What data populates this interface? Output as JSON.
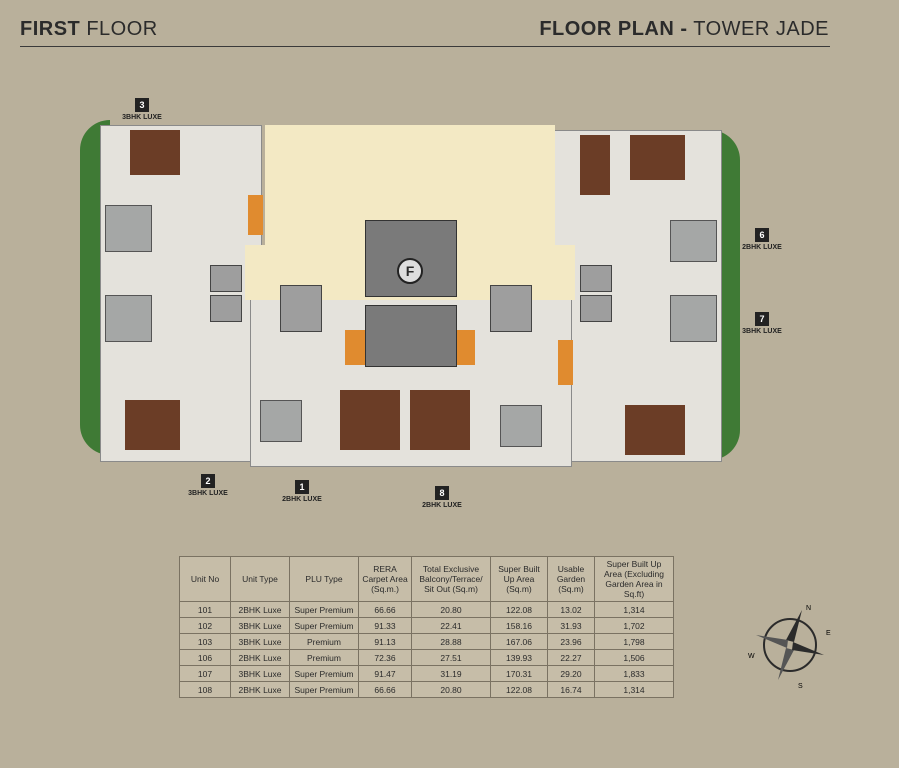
{
  "header": {
    "left_bold": "FIRST",
    "left_light": "FLOOR",
    "right_bold": "FLOOR PLAN -",
    "right_light": "TOWER JADE"
  },
  "floor_marker": "F",
  "unit_tags": [
    {
      "num": "3",
      "label": "3BHK LUXE"
    },
    {
      "num": "6",
      "label": "2BHK LUXE"
    },
    {
      "num": "7",
      "label": "3BHK LUXE"
    },
    {
      "num": "2",
      "label": "3BHK LUXE"
    },
    {
      "num": "1",
      "label": "2BHK LUXE"
    },
    {
      "num": "8",
      "label": "2BHK LUXE"
    }
  ],
  "table": {
    "headers": [
      "Unit No",
      "Unit Type",
      "PLU Type",
      "RERA Carpet Area (Sq.m.)",
      "Total Exclusive Balcony/Terrace/ Sit Out (Sq.m)",
      "Super Built Up Area (Sq.m)",
      "Usable Garden (Sq.m)",
      "Super Built Up Area (Excluding Garden Area in Sq.ft)"
    ],
    "rows": [
      [
        "101",
        "2BHK Luxe",
        "Super Premium",
        "66.66",
        "20.80",
        "122.08",
        "13.02",
        "1,314"
      ],
      [
        "102",
        "3BHK Luxe",
        "Super Premium",
        "91.33",
        "22.41",
        "158.16",
        "31.93",
        "1,702"
      ],
      [
        "103",
        "3BHK Luxe",
        "Premium",
        "91.13",
        "28.88",
        "167.06",
        "23.96",
        "1,798"
      ],
      [
        "106",
        "2BHK Luxe",
        "Premium",
        "72.36",
        "27.51",
        "139.93",
        "22.27",
        "1,506"
      ],
      [
        "107",
        "3BHK Luxe",
        "Super Premium",
        "91.47",
        "31.19",
        "170.31",
        "29.20",
        "1,833"
      ],
      [
        "108",
        "2BHK Luxe",
        "Super Premium",
        "66.66",
        "20.80",
        "122.08",
        "16.74",
        "1,314"
      ]
    ]
  },
  "compass": {
    "n": "N",
    "e": "E",
    "s": "S",
    "w": "W"
  },
  "colors": {
    "background": "#b9b09b",
    "garden": "#3f7a35",
    "corridor": "#f3e9c4",
    "wood": "#6b3d26",
    "accent": "#e08b2f"
  }
}
